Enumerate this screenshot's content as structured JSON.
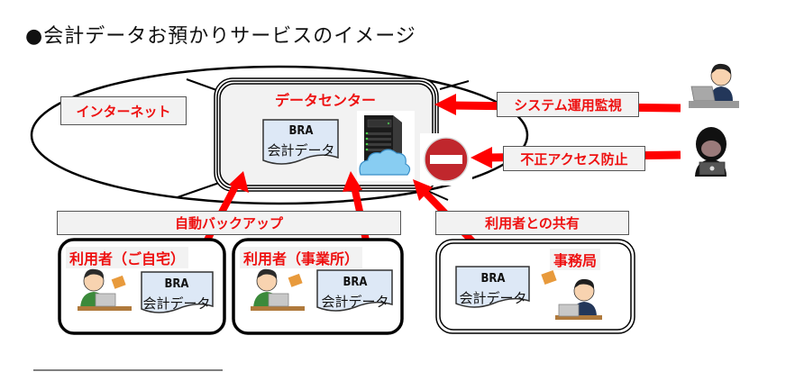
{
  "title": "●会計データお預かりサービスのイメージ",
  "internet": {
    "label": "インターネット"
  },
  "datacenter": {
    "label": "データセンター",
    "document": {
      "line1": "BRA",
      "line2": "会計データ"
    },
    "server_icon": "server-cloud-icon",
    "block_icon": "no-entry-icon"
  },
  "right_labels": {
    "monitoring": "システム運用監視",
    "protection": "不正アクセス防止"
  },
  "right_figures": {
    "operator": "operator-person-icon",
    "hacker": "hacker-person-icon"
  },
  "middle_labels": {
    "backup": "自動バックアップ",
    "sharing": "利用者との共有"
  },
  "rooms": [
    {
      "label": "利用者（ご自宅）",
      "document": {
        "line1": "BRA",
        "line2": "会計データ"
      }
    },
    {
      "label": "利用者（事業所）",
      "document": {
        "line1": "BRA",
        "line2": "会計データ"
      }
    },
    {
      "label": "事務局",
      "document": {
        "line1": "BRA",
        "line2": "会計データ"
      }
    }
  ],
  "colors": {
    "accent_red": "#ee1111",
    "label_bg": "#f2f2f2",
    "doc_bg": "#dde8f6",
    "cloud": "#7cc4ee",
    "no_entry": "#c0272d"
  }
}
